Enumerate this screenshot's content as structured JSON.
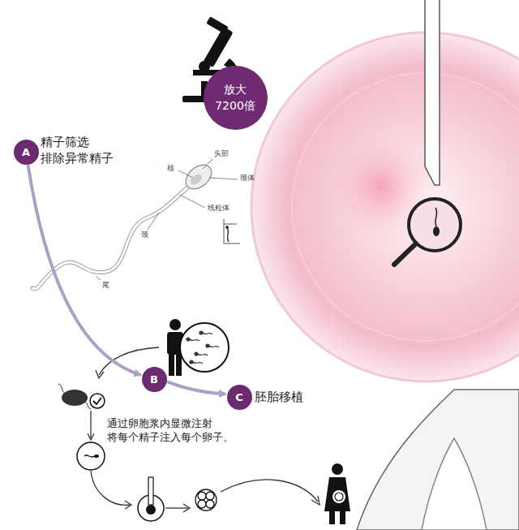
{
  "diagram": {
    "nodes": [
      {
        "text": [
          "放大 7200倍"
        ]
      },
      {
        "text": [
          "A"
        ]
      },
      {
        "text": [
          "B"
        ]
      },
      {
        "text": [
          "C"
        ]
      }
    ],
    "edges": [
      {
        "from": 1,
        "to": 2,
        "arrow": "to"
      },
      {
        "from": 2,
        "to": 3,
        "arrow": "to"
      }
    ],
    "labels": [
      "精子筛选 排除异常精子",
      "头部",
      "核",
      "颈体",
      "线粒体",
      "颈",
      "尾",
      "胚胎移植",
      "通过卵胞浆内显微注射 将每个精子注入每个卵子。"
    ]
  }
}
